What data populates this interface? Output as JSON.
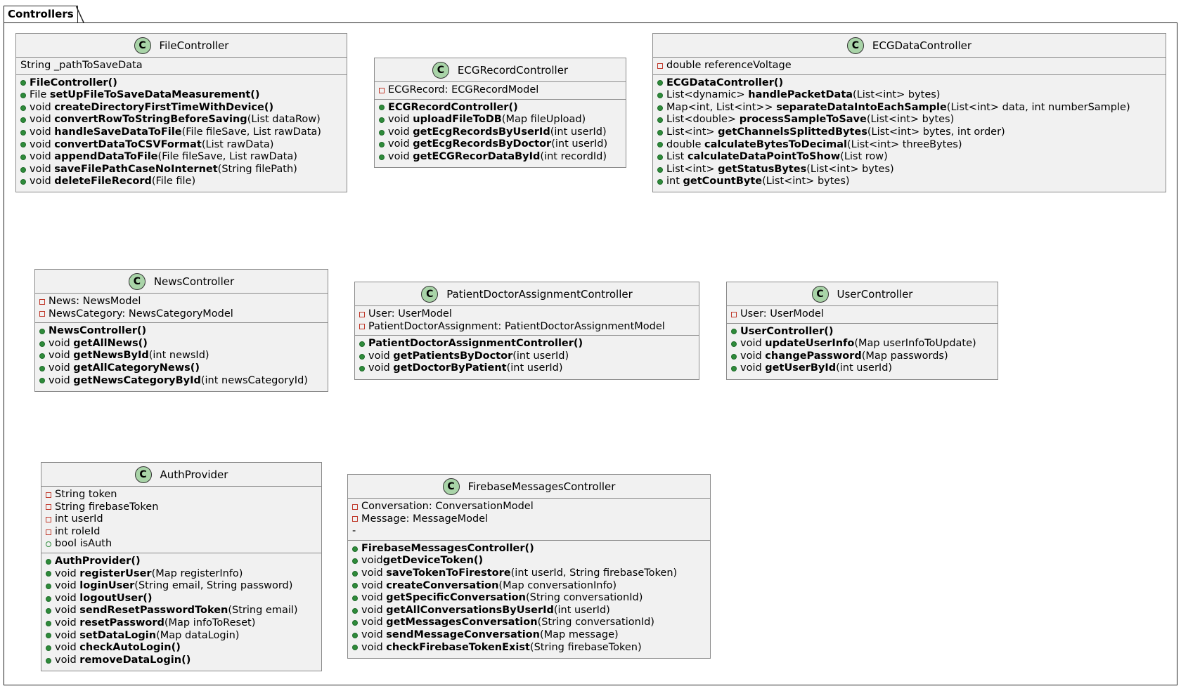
{
  "package": {
    "name": "Controllers"
  },
  "classes": [
    {
      "name": "FileController",
      "fields": [
        {
          "vis": "none",
          "text": "String _pathToSaveData"
        }
      ],
      "methods": [
        {
          "vis": "pub",
          "pre": "",
          "name": "FileController",
          "args": "()"
        },
        {
          "vis": "pub",
          "pre": "File ",
          "name": "setUpFileToSaveDataMeasurement",
          "args": "()"
        },
        {
          "vis": "pub",
          "pre": "void ",
          "name": "createDirectoryFirstTimeWithDevice",
          "args": "()"
        },
        {
          "vis": "pub",
          "pre": "void ",
          "name": "convertRowToStringBeforeSaving",
          "args": "(List dataRow)"
        },
        {
          "vis": "pub",
          "pre": "void ",
          "name": "handleSaveDataToFile",
          "args": "(File fileSave, List rawData)"
        },
        {
          "vis": "pub",
          "pre": "void ",
          "name": "convertDataToCSVFormat",
          "args": "(List rawData)"
        },
        {
          "vis": "pub",
          "pre": "void ",
          "name": "appendDataToFile",
          "args": "(File fileSave, List rawData)"
        },
        {
          "vis": "pub",
          "pre": "void ",
          "name": "saveFilePathCaseNoInternet",
          "args": "(String filePath)"
        },
        {
          "vis": "pub",
          "pre": "void ",
          "name": "deleteFileRecord",
          "args": "(File file)"
        }
      ]
    },
    {
      "name": "ECGRecordController",
      "fields": [
        {
          "vis": "priv",
          "text": "ECGRecord: ECGRecordModel"
        }
      ],
      "methods": [
        {
          "vis": "pub",
          "pre": "",
          "name": "ECGRecordController",
          "args": "()"
        },
        {
          "vis": "pub",
          "pre": "void ",
          "name": "uploadFileToDB",
          "args": "(Map fileUpload)"
        },
        {
          "vis": "pub",
          "pre": "void ",
          "name": "getEcgRecordsByUserId",
          "args": "(int userId)"
        },
        {
          "vis": "pub",
          "pre": "void ",
          "name": "getEcgRecordsByDoctor",
          "args": "(int userId)"
        },
        {
          "vis": "pub",
          "pre": "void ",
          "name": "getECGRecorDataById",
          "args": "(int recordId)"
        }
      ]
    },
    {
      "name": "ECGDataController",
      "fields": [
        {
          "vis": "priv",
          "text": "double referenceVoltage"
        }
      ],
      "methods": [
        {
          "vis": "pub",
          "pre": "",
          "name": "ECGDataController",
          "args": "()"
        },
        {
          "vis": "pub",
          "pre": "List<dynamic> ",
          "name": "handlePacketData",
          "args": "(List<int> bytes)"
        },
        {
          "vis": "pub",
          "pre": "Map<int, List<int>> ",
          "name": "separateDataIntoEachSample",
          "args": "(List<int> data, int numberSample)"
        },
        {
          "vis": "pub",
          "pre": "List<double> ",
          "name": "processSampleToSave",
          "args": "(List<int> bytes)"
        },
        {
          "vis": "pub",
          "pre": "List<int> ",
          "name": "getChannelsSplittedBytes",
          "args": "(List<int> bytes, int order)"
        },
        {
          "vis": "pub",
          "pre": "double ",
          "name": "calculateBytesToDecimal",
          "args": "(List<int> threeBytes)"
        },
        {
          "vis": "pub",
          "pre": "List ",
          "name": "calculateDataPointToShow",
          "args": "(List row)"
        },
        {
          "vis": "pub",
          "pre": "List<int> ",
          "name": "getStatusBytes",
          "args": "(List<int> bytes)"
        },
        {
          "vis": "pub",
          "pre": "int ",
          "name": "getCountByte",
          "args": "(List<int> bytes)"
        }
      ]
    },
    {
      "name": "NewsController",
      "fields": [
        {
          "vis": "priv",
          "text": "News: NewsModel"
        },
        {
          "vis": "priv",
          "text": "NewsCategory: NewsCategoryModel"
        }
      ],
      "methods": [
        {
          "vis": "pub",
          "pre": "",
          "name": "NewsController",
          "args": "()"
        },
        {
          "vis": "pub",
          "pre": "void ",
          "name": "getAllNews",
          "args": "()"
        },
        {
          "vis": "pub",
          "pre": "void ",
          "name": "getNewsById",
          "args": "(int newsId)"
        },
        {
          "vis": "pub",
          "pre": "void ",
          "name": "getAllCategoryNews",
          "args": "()"
        },
        {
          "vis": "pub",
          "pre": "void ",
          "name": "getNewsCategoryById",
          "args": "(int newsCategoryId)"
        }
      ]
    },
    {
      "name": "PatientDoctorAssignmentController",
      "fields": [
        {
          "vis": "priv",
          "text": "User: UserModel"
        },
        {
          "vis": "priv",
          "text": "PatientDoctorAssignment: PatientDoctorAssignmentModel"
        }
      ],
      "methods": [
        {
          "vis": "pub",
          "pre": "",
          "name": "PatientDoctorAssignmentController",
          "args": "()"
        },
        {
          "vis": "pub",
          "pre": "void ",
          "name": "getPatientsByDoctor",
          "args": "(int userId)"
        },
        {
          "vis": "pub",
          "pre": "void ",
          "name": "getDoctorByPatient",
          "args": "(int userId)"
        }
      ]
    },
    {
      "name": "UserController",
      "fields": [
        {
          "vis": "priv",
          "text": "User: UserModel"
        }
      ],
      "methods": [
        {
          "vis": "pub",
          "pre": "",
          "name": "UserController",
          "args": "()"
        },
        {
          "vis": "pub",
          "pre": "void ",
          "name": "updateUserInfo",
          "args": "(Map userInfoToUpdate)"
        },
        {
          "vis": "pub",
          "pre": "void ",
          "name": "changePassword",
          "args": "(Map passwords)"
        },
        {
          "vis": "pub",
          "pre": "void ",
          "name": "getUserById",
          "args": "(int userId)"
        }
      ]
    },
    {
      "name": "AuthProvider",
      "fields": [
        {
          "vis": "priv",
          "text": "String token"
        },
        {
          "vis": "priv",
          "text": "String firebaseToken"
        },
        {
          "vis": "priv",
          "text": "int userId"
        },
        {
          "vis": "priv",
          "text": "int roleId"
        },
        {
          "vis": "pubopen",
          "text": "bool isAuth"
        }
      ],
      "methods": [
        {
          "vis": "pub",
          "pre": "",
          "name": "AuthProvider",
          "args": "()"
        },
        {
          "vis": "pub",
          "pre": "void ",
          "name": "registerUser",
          "args": "(Map registerInfo)"
        },
        {
          "vis": "pub",
          "pre": "void ",
          "name": "loginUser",
          "args": "(String email, String password)"
        },
        {
          "vis": "pub",
          "pre": "void ",
          "name": "logoutUser",
          "args": "()"
        },
        {
          "vis": "pub",
          "pre": "void ",
          "name": "sendResetPasswordToken",
          "args": "(String email)"
        },
        {
          "vis": "pub",
          "pre": "void ",
          "name": "resetPassword",
          "args": "(Map infoToReset)"
        },
        {
          "vis": "pub",
          "pre": "void ",
          "name": "setDataLogin",
          "args": "(Map dataLogin)"
        },
        {
          "vis": "pub",
          "pre": "void ",
          "name": "checkAutoLogin",
          "args": "()"
        },
        {
          "vis": "pub",
          "pre": "void ",
          "name": "removeDataLogin",
          "args": "()"
        }
      ]
    },
    {
      "name": "FirebaseMessagesController",
      "fields": [
        {
          "vis": "priv",
          "text": "Conversation: ConversationModel"
        },
        {
          "vis": "priv",
          "text": "Message: MessageModel"
        },
        {
          "vis": "none",
          "text": " -"
        }
      ],
      "methods": [
        {
          "vis": "pub",
          "pre": "",
          "name": "FirebaseMessagesController",
          "args": "()"
        },
        {
          "vis": "pub",
          "pre": "void",
          "name": "getDeviceToken",
          "args": "()"
        },
        {
          "vis": "pub",
          "pre": "void ",
          "name": "saveTokenToFirestore",
          "args": "(int userId, String firebaseToken)"
        },
        {
          "vis": "pub",
          "pre": "void ",
          "name": "createConversation",
          "args": "(Map conversationInfo)"
        },
        {
          "vis": "pub",
          "pre": "void ",
          "name": "getSpecificConversation",
          "args": "(String conversationId)"
        },
        {
          "vis": "pub",
          "pre": "void ",
          "name": "getAllConversationsByUserId",
          "args": "(int userId)"
        },
        {
          "vis": "pub",
          "pre": "void ",
          "name": "getMessagesConversation",
          "args": "(String conversationId)"
        },
        {
          "vis": "pub",
          "pre": "void ",
          "name": "sendMessageConversation",
          "args": "(Map message)"
        },
        {
          "vis": "pub",
          "pre": "void ",
          "name": "checkFirebaseTokenExist",
          "args": "(String firebaseToken)"
        }
      ]
    }
  ]
}
